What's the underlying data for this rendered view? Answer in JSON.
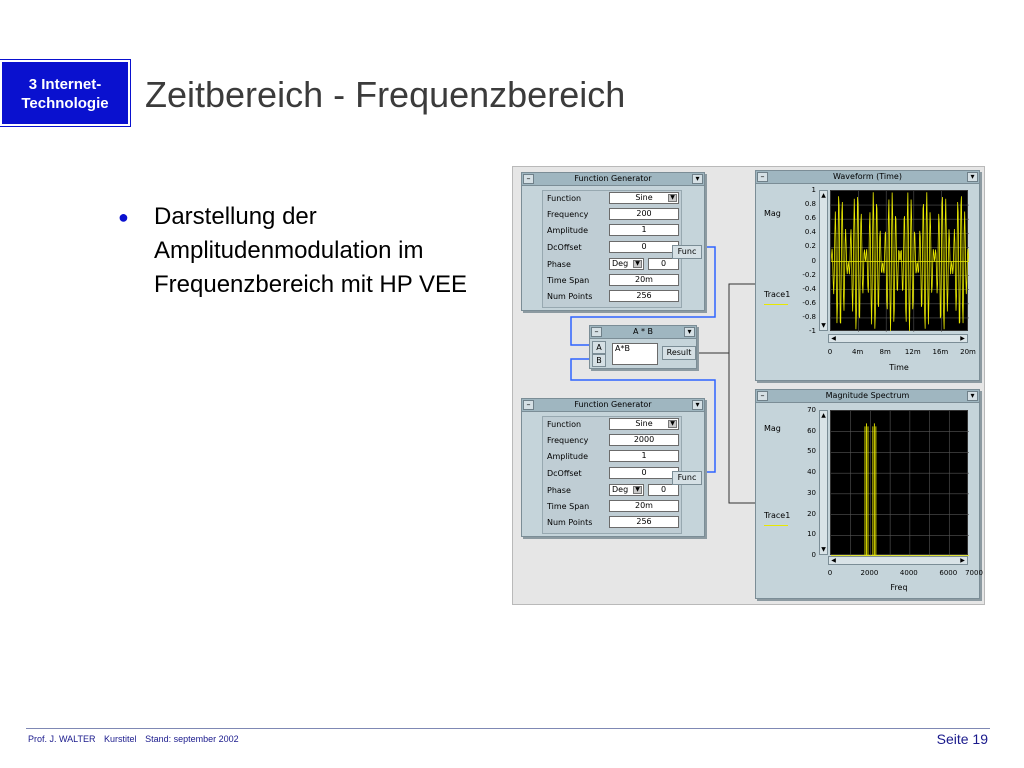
{
  "chapter_badge": {
    "line1": "3 Internet-",
    "line2": "Technologie"
  },
  "slide_title": "Zeitbereich - Frequenzbereich",
  "bullets": [
    {
      "text": "Darstellung der Amplitudenmodulation im Frequenzbereich mit HP VEE"
    }
  ],
  "vee": {
    "generator1": {
      "title": "Function Generator",
      "rows": [
        {
          "label": "Function",
          "value": "Sine"
        },
        {
          "label": "Frequency",
          "value": "200"
        },
        {
          "label": "Amplitude",
          "value": "1"
        },
        {
          "label": "DcOffset",
          "value": "0"
        },
        {
          "label": "Phase",
          "unit": "Deg",
          "value": "0"
        },
        {
          "label": "Time Span",
          "value": "20m"
        },
        {
          "label": "Num Points",
          "value": "256"
        }
      ],
      "output": "Func"
    },
    "generator2": {
      "title": "Function Generator",
      "rows": [
        {
          "label": "Function",
          "value": "Sine"
        },
        {
          "label": "Frequency",
          "value": "2000"
        },
        {
          "label": "Amplitude",
          "value": "1"
        },
        {
          "label": "DcOffset",
          "value": "0"
        },
        {
          "label": "Phase",
          "unit": "Deg",
          "value": "0"
        },
        {
          "label": "Time Span",
          "value": "20m"
        },
        {
          "label": "Num Points",
          "value": "256"
        }
      ],
      "output": "Func"
    },
    "multiplier": {
      "title": "A * B",
      "input_a": "A",
      "input_b": "B",
      "formula": "A*B",
      "output": "Result"
    },
    "waveform": {
      "title": "Waveform (Time)",
      "ylabel": "Mag",
      "trace": "Trace1",
      "xlabel": "Time",
      "yticks": [
        "1",
        "0.8",
        "0.6",
        "0.4",
        "0.2",
        "0",
        "-0.2",
        "-0.4",
        "-0.6",
        "-0.8",
        "-1"
      ],
      "xticks": [
        "0",
        "4m",
        "8m",
        "12m",
        "16m",
        "20m"
      ]
    },
    "spectrum": {
      "title": "Magnitude Spectrum",
      "ylabel": "Mag",
      "trace": "Trace1",
      "xlabel": "Freq",
      "yticks": [
        "70",
        "60",
        "50",
        "40",
        "30",
        "20",
        "10",
        "0"
      ],
      "xticks": [
        "0",
        "2000",
        "4000",
        "6000",
        "7000"
      ]
    },
    "colors": {
      "trace": "#e8e800",
      "plot_bg": "#000000",
      "wire": "#2f64ff",
      "panel": "#c5d4da"
    }
  },
  "chart_data": [
    {
      "type": "line",
      "title": "Waveform (Time)",
      "xlabel": "Time",
      "ylabel": "Mag",
      "xlim": [
        0,
        0.02
      ],
      "ylim": [
        -1,
        1
      ],
      "grid": true,
      "series": [
        {
          "name": "Trace1",
          "signal": "sin(2*pi*200*t) * sin(2*pi*2000*t)",
          "points": 256
        }
      ]
    },
    {
      "type": "bar",
      "title": "Magnitude Spectrum",
      "xlabel": "Freq",
      "ylabel": "Mag",
      "xlim": [
        0,
        7000
      ],
      "ylim": [
        0,
        70
      ],
      "grid": true,
      "series": [
        {
          "name": "Trace1",
          "x": [
            1800,
            2200
          ],
          "values": [
            64,
            64
          ]
        }
      ]
    }
  ],
  "footer": {
    "author": "Prof. J. WALTER",
    "course": "Kurstitel",
    "date": "Stand: september 2002",
    "page": "Seite 19"
  }
}
